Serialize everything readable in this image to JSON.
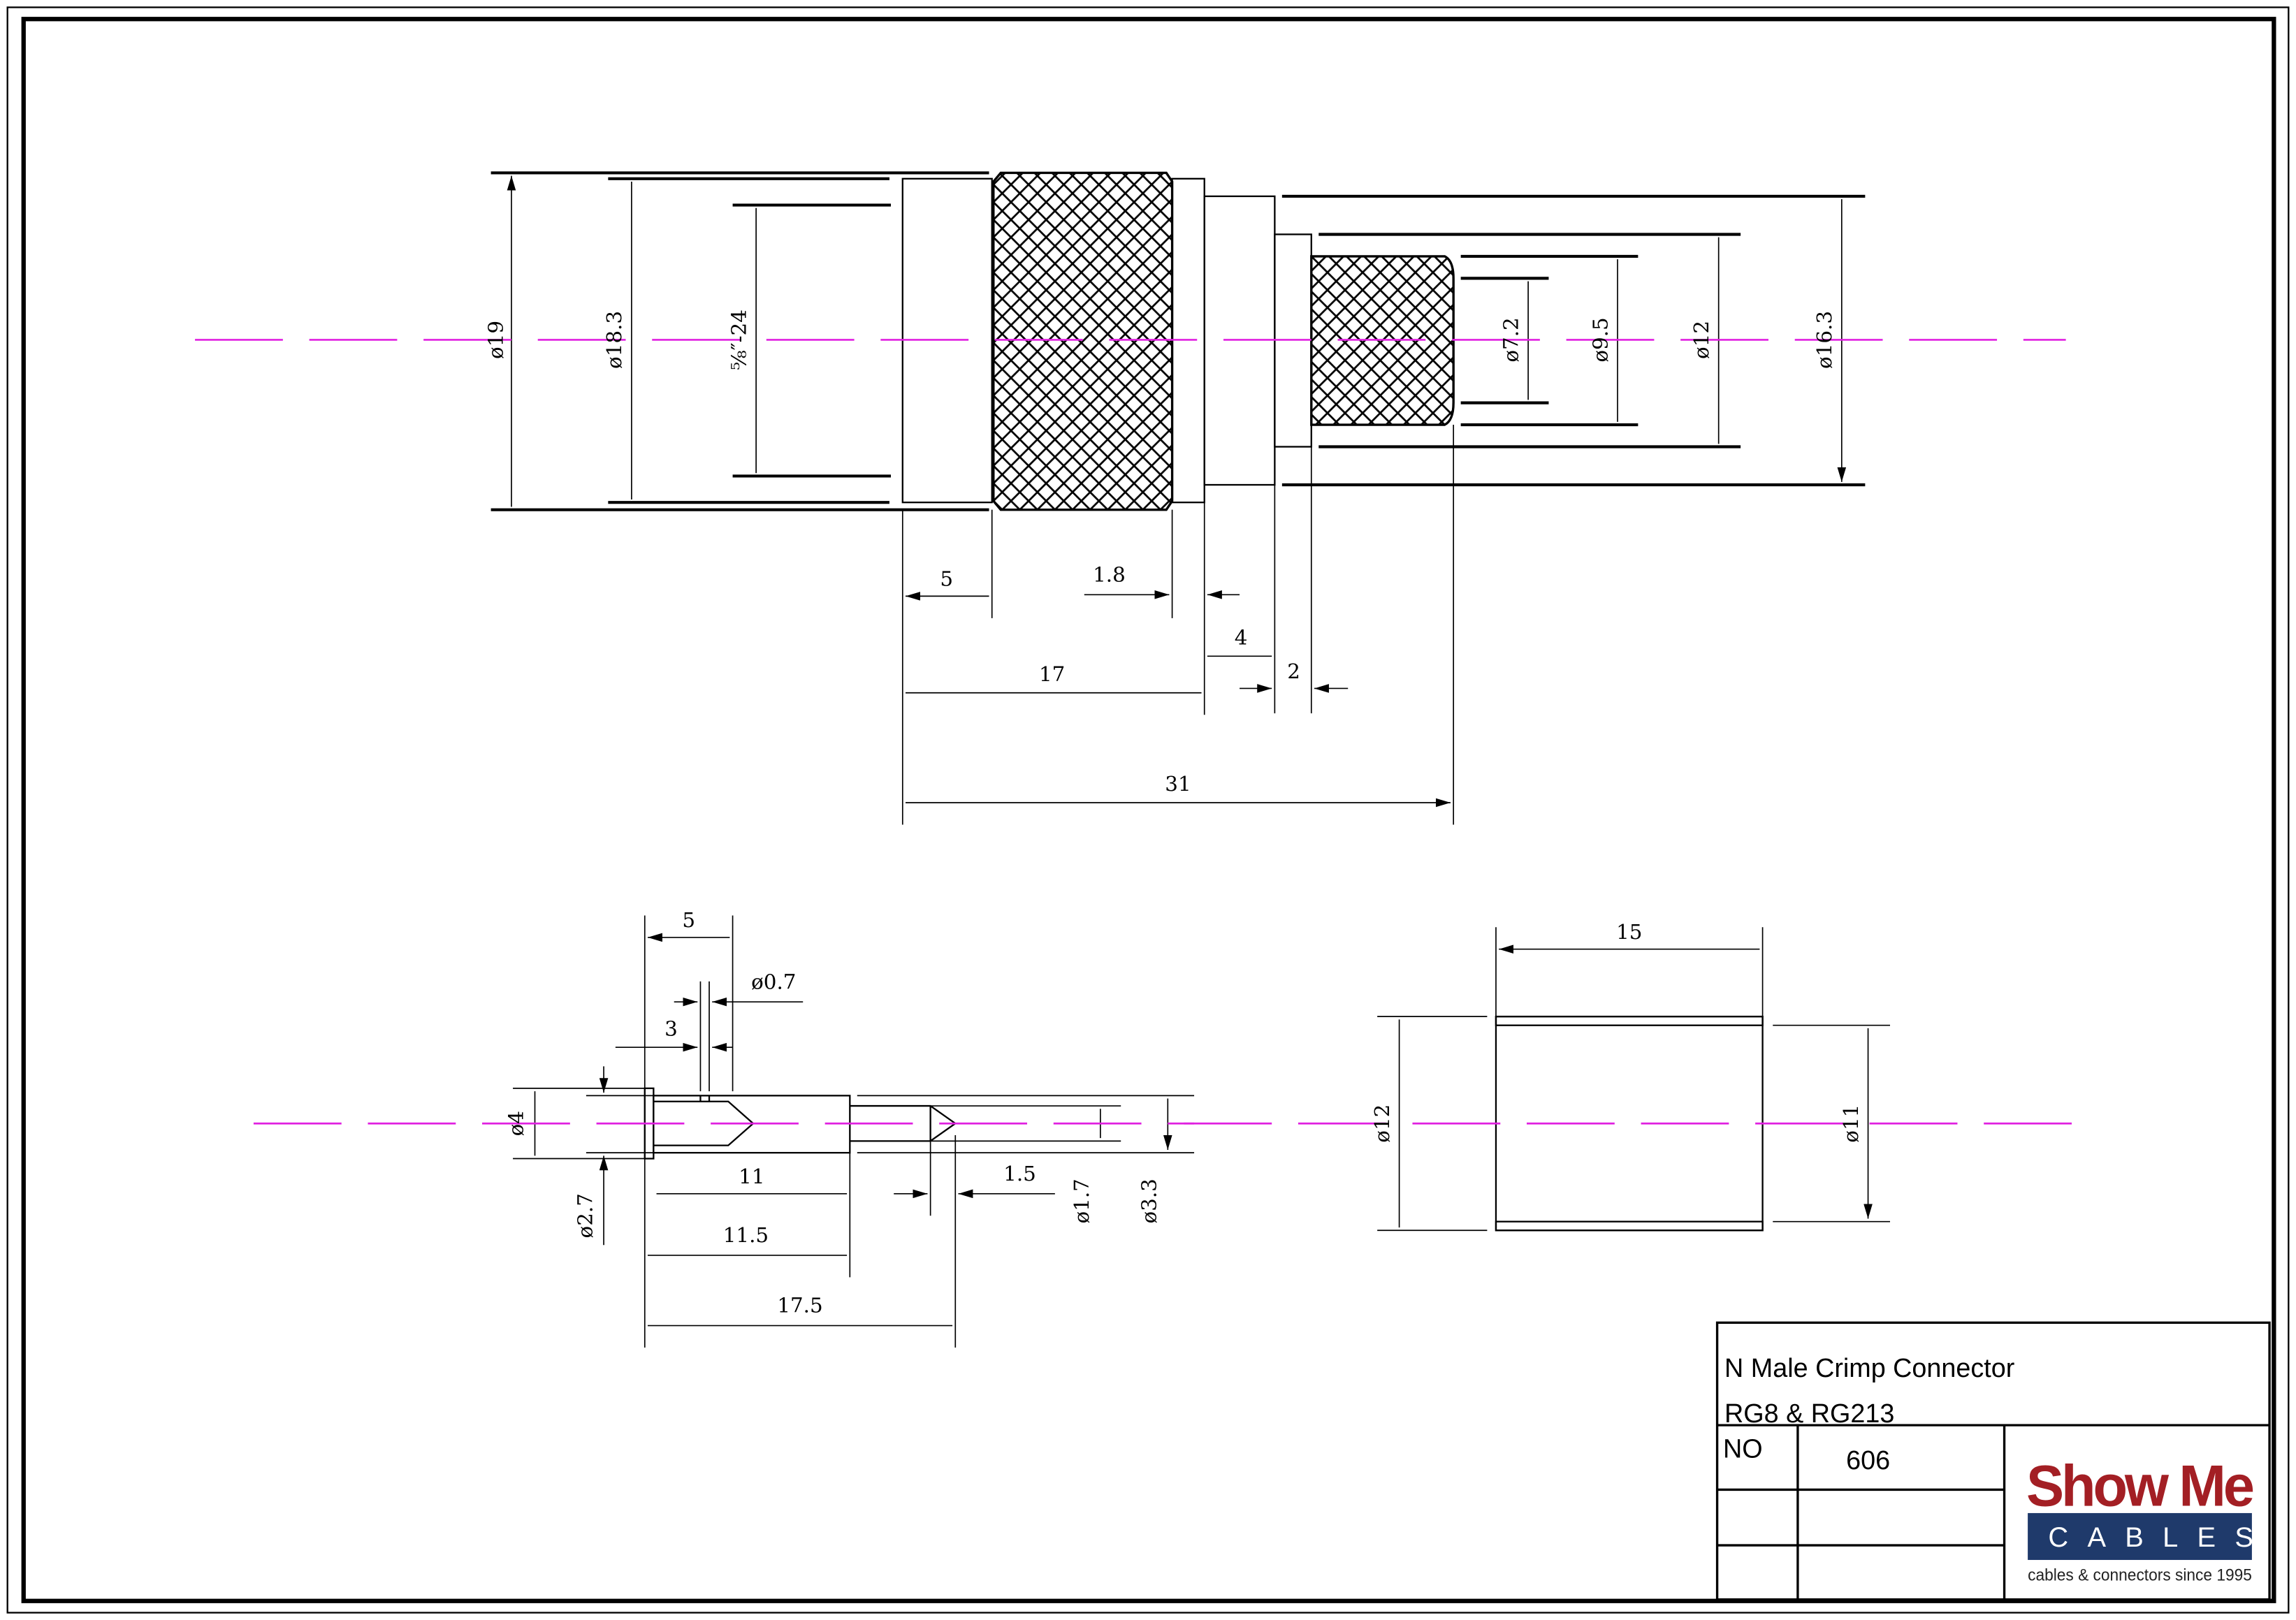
{
  "top_view": {
    "dims": {
      "d19": "ø19",
      "d18_3": "ø18.3",
      "thread": "⅝″-24",
      "d7_2": "ø7.2",
      "d9_5": "ø9.5",
      "d12": "ø12",
      "d16_3": "ø16.3",
      "l5": "5",
      "l1_8": "1.8",
      "l4": "4",
      "l2": "2",
      "l17": "17",
      "l31": "31"
    }
  },
  "pin_view": {
    "dims": {
      "l5": "5",
      "d0_7": "ø0.7",
      "l3": "3",
      "d4": "ø4",
      "d2_7": "ø2.7",
      "l11": "11",
      "l11_5": "11.5",
      "l17_5": "17.5",
      "l1_5": "1.5",
      "d1_7": "ø1.7",
      "d3_3": "ø3.3"
    }
  },
  "ferrule_view": {
    "dims": {
      "l15": "15",
      "d12": "ø12",
      "d11": "ø11"
    }
  },
  "title_block": {
    "title": "N  Male  Crimp  Connector",
    "subtitle": "RG8  &  RG213",
    "no_label": "NO",
    "no_value": "606"
  },
  "logo": {
    "line1": "Show Me",
    "line2": "CABLES",
    "tagline": "cables & connectors since 1995",
    "red": "#a31f24",
    "blue": "#1f3a6b"
  },
  "colors": {
    "centerline": "#e020e0"
  }
}
